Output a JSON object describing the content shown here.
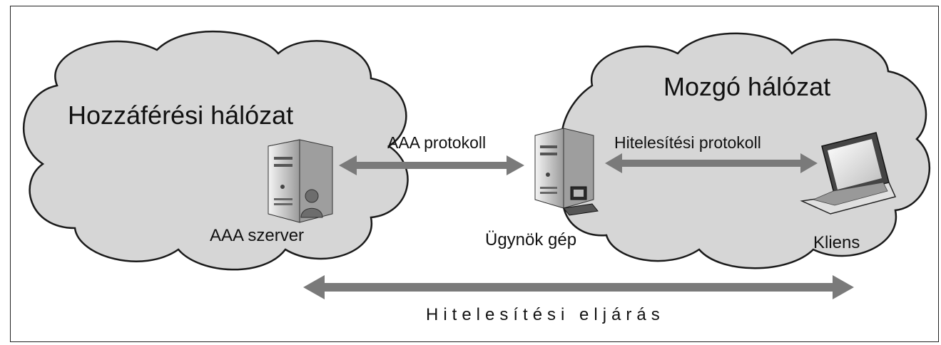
{
  "clouds": {
    "access_network": "Hozzáférési hálózat",
    "mobile_network": "Mozgó hálózat"
  },
  "nodes": {
    "aaa_server": "AAA szerver",
    "agent": "Ügynök gép",
    "client": "Kliens"
  },
  "links": {
    "aaa_protocol": "AAA protokoll",
    "auth_protocol": "Hitelesítési protokoll",
    "auth_procedure": "Hitelesítési eljárás"
  },
  "colors": {
    "cloud_fill": "#d6d6d6",
    "cloud_stroke": "#1a1a1a",
    "arrow": "#7a7a7a",
    "text": "#111111"
  }
}
